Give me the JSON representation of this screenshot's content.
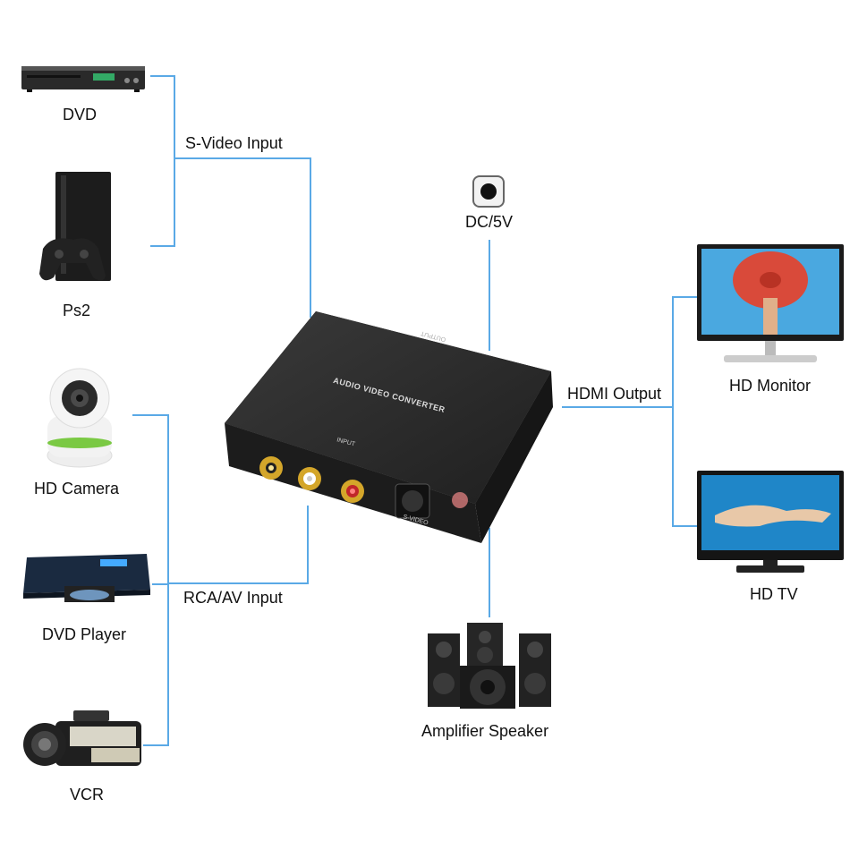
{
  "inputs": {
    "svideo_label": "S-Video Input",
    "rca_label": "RCA/AV Input",
    "devices": {
      "dvd": "DVD",
      "ps2": "Ps2",
      "hd_camera": "HD Camera",
      "dvd_player": "DVD Player",
      "vcr": "VCR"
    }
  },
  "power": {
    "label": "DC/5V"
  },
  "converter": {
    "title": "AUDIO VIDEO CONVERTER",
    "output_port": "OUTPUT",
    "input_label": "INPUT",
    "svideo_port": "S-VIDEO"
  },
  "outputs": {
    "hdmi_label": "HDMI Output",
    "devices": {
      "hd_monitor": "HD Monitor",
      "hd_tv": "HD TV"
    }
  },
  "audio": {
    "speaker_label": "Amplifier Speaker"
  },
  "colors": {
    "connector_line": "#5aa9e6",
    "device_body": "#1e1e1e"
  }
}
